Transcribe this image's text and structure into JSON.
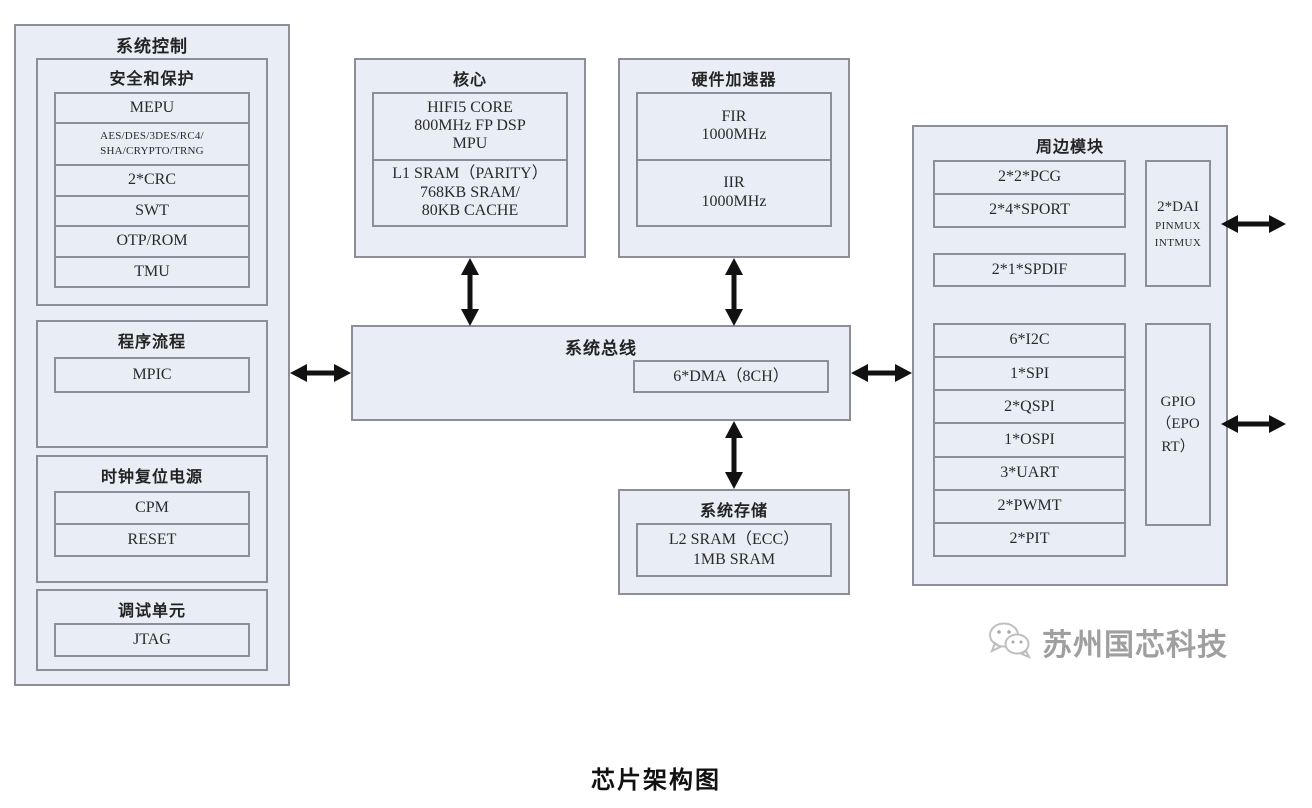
{
  "caption": "芯片架构图",
  "colors": {
    "box_fill": "#e9edf5",
    "box_border": "#8c8f99",
    "arrow": "#111111",
    "text": "#2a2a2a",
    "watermark": "#8f8f8f"
  },
  "watermark": {
    "icon": "wechat-icon",
    "text": "苏州国芯科技"
  },
  "system_control": {
    "title": "系统控制",
    "security": {
      "title": "安全和保护",
      "items": [
        "MEPU",
        "AES/DES/3DES/RC4/\nSHA/CRYPTO/TRNG",
        "2*CRC",
        "SWT",
        "OTP/ROM",
        "TMU"
      ]
    },
    "program_flow": {
      "title": "程序流程",
      "items": [
        "MPIC"
      ]
    },
    "clock_reset_power": {
      "title": "时钟复位电源",
      "items": [
        "CPM",
        "RESET"
      ]
    },
    "debug_unit": {
      "title": "调试单元",
      "items": [
        "JTAG"
      ]
    }
  },
  "core": {
    "title": "核心",
    "cells": [
      "HIFI5 CORE\n800MHz FP DSP\nMPU",
      "L1 SRAM（PARITY）\n768KB SRAM/\n80KB CACHE"
    ]
  },
  "hw_accel": {
    "title": "硬件加速器",
    "cells": [
      "FIR\n1000MHz",
      "IIR\n1000MHz"
    ]
  },
  "system_bus": {
    "title": "系统总线",
    "dma": "6*DMA（8CH）"
  },
  "system_memory": {
    "title": "系统存储",
    "cells": [
      "L2 SRAM（ECC）\n1MB SRAM"
    ]
  },
  "peripherals": {
    "title": "周边模块",
    "audio_group": [
      "2*2*PCG",
      "2*4*SPORT"
    ],
    "spdif": "2*1*SPDIF",
    "serial_group": [
      "6*I2C",
      "1*SPI",
      "2*QSPI",
      "1*OSPI",
      "3*UART",
      "2*PWMT",
      "2*PIT"
    ],
    "dai": {
      "main": "2*DAI",
      "line2": "PINMUX",
      "line3": "INTMUX"
    },
    "gpio": "GPIO\n（EPO\nRT）"
  }
}
